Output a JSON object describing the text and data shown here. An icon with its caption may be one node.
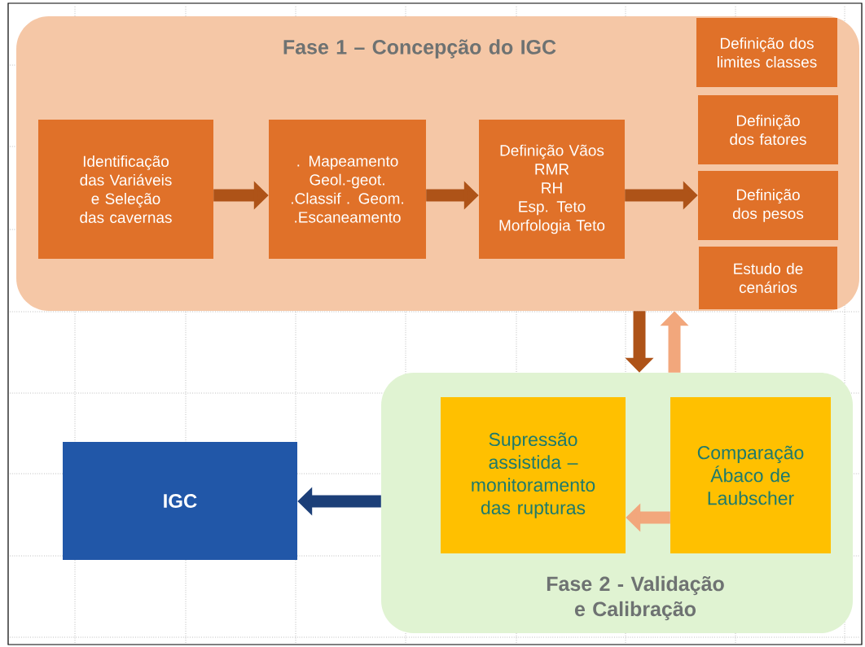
{
  "diagram": {
    "nodes": [
      {
        "text": [
          "Fase 1 – Concepção do IGC"
        ]
      },
      {
        "text": [
          "Identificação das Variáveis e Seleção das cavernas"
        ],
        "in": 0
      },
      {
        "text": [
          ". Mapeamento Geol.-geot.",
          ".Classif . Geom.",
          ".Escaneamento"
        ],
        "in": 0
      },
      {
        "text": [
          "Definição Vãos",
          "RMR",
          "RH",
          "Esp. Teto",
          "Morfologia Teto"
        ],
        "in": 0
      },
      {
        "text": [
          "Definição dos limites classes"
        ],
        "in": 0
      },
      {
        "text": [
          "Definição dos fatores"
        ],
        "in": 0
      },
      {
        "text": [
          "Definição dos pesos"
        ],
        "in": 0
      },
      {
        "text": [
          "Estudo de cenários"
        ],
        "in": 0
      },
      {
        "text": [
          "Fase 2 - Validação e Calibração"
        ]
      },
      {
        "text": [
          "Supressão assistida – monitoramento das rupturas"
        ],
        "in": 8
      },
      {
        "text": [
          "Comparação Ábaco de Laubscher"
        ],
        "in": 8
      },
      {
        "text": [
          "IGC"
        ]
      }
    ],
    "edges": [
      {
        "from": 1,
        "to": 2,
        "arrow": "to"
      },
      {
        "from": 2,
        "to": 3,
        "arrow": "to"
      },
      {
        "from": 3,
        "to": 6,
        "arrow": "to"
      },
      {
        "from": 0,
        "to": 8,
        "arrow": "to"
      },
      {
        "from": 8,
        "to": 0,
        "arrow": "to",
        "color": "#f2a77c"
      },
      {
        "from": 10,
        "to": 9,
        "arrow": "to",
        "color": "#f2a77c"
      },
      {
        "from": 8,
        "to": 11,
        "arrow": "to",
        "color": "#1c3f78"
      }
    ]
  }
}
